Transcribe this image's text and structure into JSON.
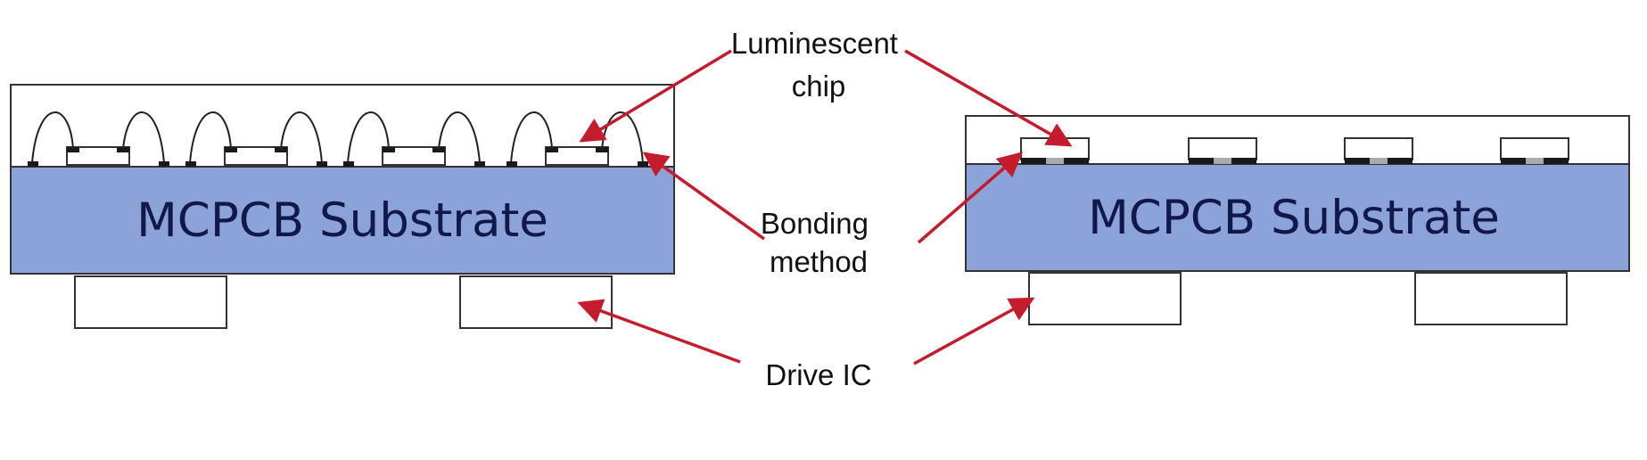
{
  "left_panel": {
    "substrate_label": "MCPCB Substrate"
  },
  "right_panel": {
    "substrate_label": "MCPCB Substrate"
  },
  "callouts": {
    "luminescent_chip": [
      "Luminescent",
      "chip"
    ],
    "bonding_method": [
      "Bonding",
      "method"
    ],
    "drive_ic": "Drive IC"
  },
  "colors": {
    "substrate_fill": "#8ba3d9",
    "arrow": "#c41c2c",
    "outline": "#333333",
    "label_text": "#12184a"
  }
}
